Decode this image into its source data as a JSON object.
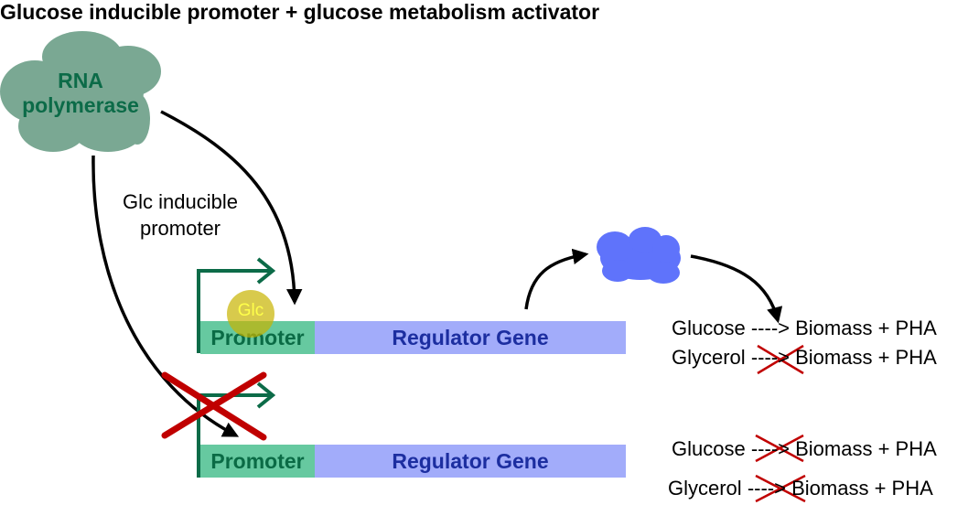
{
  "title": "Glucose inducible promoter + glucose metabolism activator",
  "rna_polymerase": {
    "line1": "RNA",
    "line2": "polymerase"
  },
  "promoter_note": {
    "line1": "Glc inducible",
    "line2": "promoter"
  },
  "glc_label": "Glc",
  "construct_top": {
    "promoter": "Promoter",
    "gene": "Regulator Gene"
  },
  "construct_bottom": {
    "promoter": "Promoter",
    "gene": "Regulator Gene"
  },
  "outcomes_top": [
    {
      "substrate": "Glucose",
      "arrow": "---->",
      "product": "Biomass + PHA",
      "blocked": false
    },
    {
      "substrate": "Glycerol",
      "arrow": "---->",
      "product": "Biomass + PHA",
      "blocked": true
    }
  ],
  "outcomes_bottom": [
    {
      "substrate": "Glucose",
      "arrow": "---->",
      "product": "Biomass + PHA",
      "blocked": true
    },
    {
      "substrate": "Glycerol",
      "arrow": "---->",
      "product": "Biomass + PHA",
      "blocked": true
    }
  ],
  "colors": {
    "rna_polymerase": "#7aa893",
    "regulator_protein": "#5f73fb",
    "promoter_box": "#66c9a0",
    "gene_box": "#a2acfa",
    "transcription_arrow": "#0c6b48",
    "cross": "#c00000",
    "glucose": "#c8b400"
  }
}
